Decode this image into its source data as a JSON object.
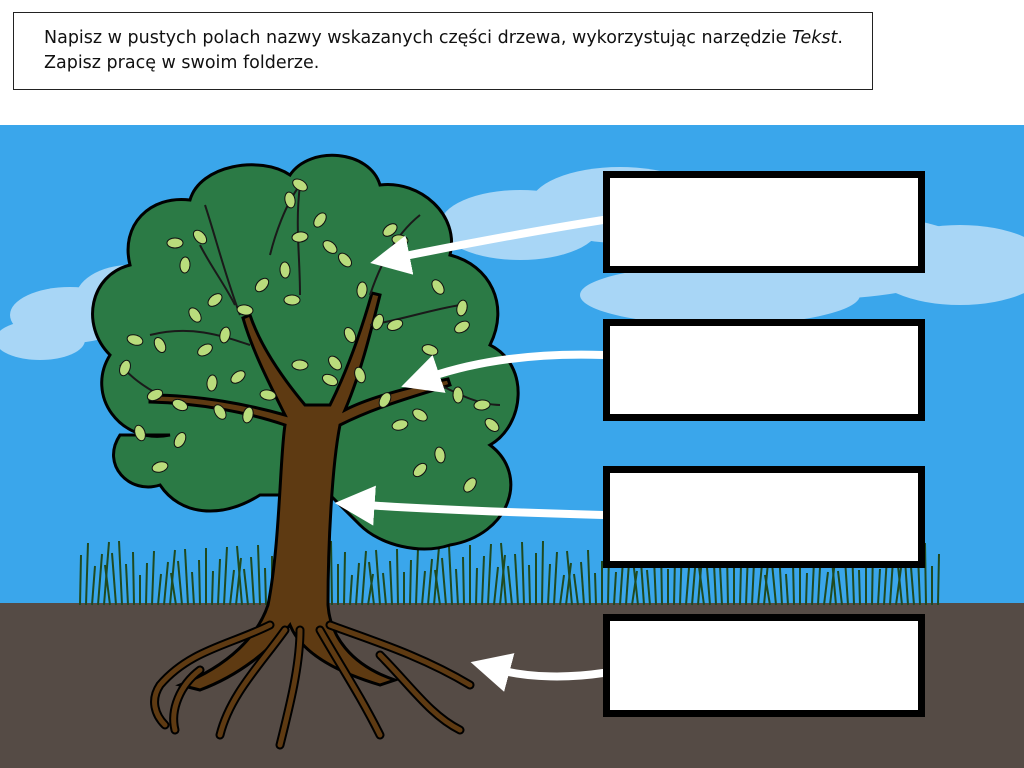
{
  "instruction": {
    "line1_text": "Napisz w pustych polach nazwy wskazanych części drzewa, wykorzystując narzędzie ",
    "line1_emphasis": "Tekst",
    "line1_end": ".",
    "line2": "Zapisz pracę w swoim folderze."
  },
  "answer_boxes": [
    "",
    "",
    "",
    ""
  ],
  "colors": {
    "sky": "#3aa6eb",
    "cloud": "#a8d6f6",
    "soil": "#554b45",
    "grass": "#1f4a1f",
    "crown": "#2b7a45",
    "trunk": "#5e3a12",
    "leaf": "#b9dc7c",
    "arrow": "#ffffff",
    "box_border": "#000000"
  },
  "arrow_targets": [
    "leaves",
    "branches",
    "trunk",
    "roots"
  ]
}
